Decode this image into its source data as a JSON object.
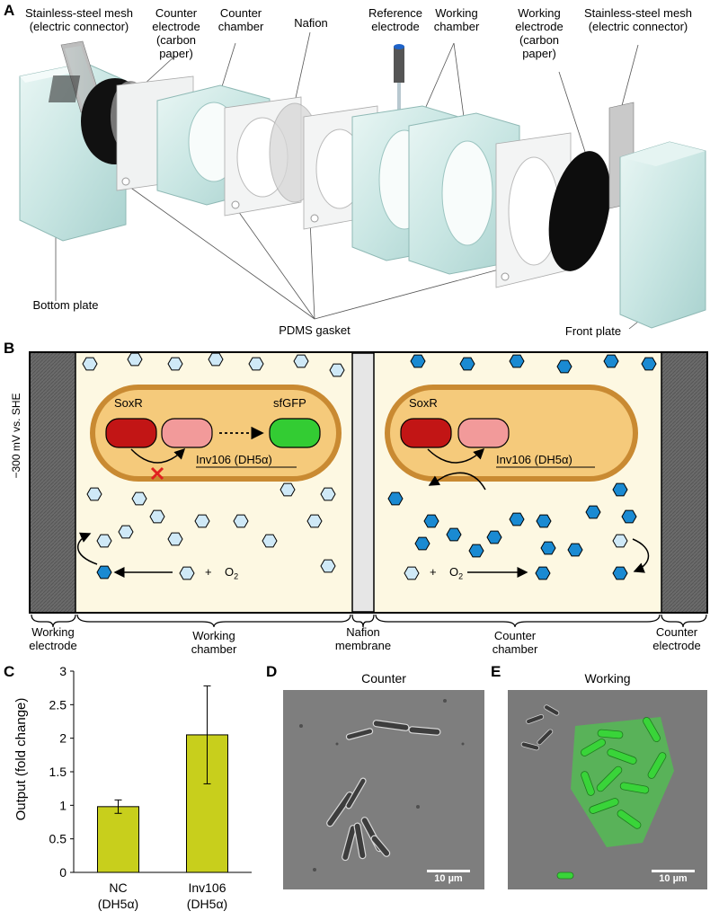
{
  "panel_a": {
    "letter": "A",
    "labels": {
      "mesh_left_1": "Stainless-steel mesh",
      "mesh_left_2": "(electric connector)",
      "counter_electrode_1": "Counter",
      "counter_electrode_2": "electrode",
      "counter_electrode_3": "(carbon",
      "counter_electrode_4": "paper)",
      "counter_chamber_1": "Counter",
      "counter_chamber_2": "chamber",
      "nafion": "Nafion",
      "reference_1": "Reference",
      "reference_2": "electrode",
      "working_chamber_1": "Working",
      "working_chamber_2": "chamber",
      "working_electrode_1": "Working",
      "working_electrode_2": "electrode",
      "working_electrode_3": "(carbon",
      "working_electrode_4": "paper)",
      "mesh_right_1": "Stainless-steel mesh",
      "mesh_right_2": "(electric connector)",
      "bottom_plate": "Bottom plate",
      "pdms_gasket": "PDMS gasket",
      "front_plate": "Front plate"
    }
  },
  "panel_b": {
    "letter": "B",
    "voltage": "−300 mV vs. SHE",
    "left_cell": {
      "soxr": "SoxR",
      "reporter": "sfGFP",
      "strain": "Inv106 (DH5α)"
    },
    "right_cell": {
      "soxr": "SoxR",
      "strain": "Inv106 (DH5α)"
    },
    "reaction": {
      "plus": "+",
      "o2": "O",
      "o2_sub": "2"
    },
    "bottom_labels": {
      "working_electrode_1": "Working",
      "working_electrode_2": "electrode",
      "working_chamber_1": "Working",
      "working_chamber_2": "chamber",
      "nafion_1": "Nafion",
      "nafion_2": "membrane",
      "counter_chamber_1": "Counter",
      "counter_chamber_2": "chamber",
      "counter_electrode_1": "Counter",
      "counter_electrode_2": "electrode"
    }
  },
  "panel_c": {
    "letter": "C",
    "chart_data": {
      "type": "bar",
      "categories": [
        "NC (DH5α)",
        "Inv106 (DH5α)"
      ],
      "category_lines": [
        [
          "NC",
          "(DH5α)"
        ],
        [
          "Inv106",
          "(DH5α)"
        ]
      ],
      "values": [
        0.98,
        2.05
      ],
      "errors": [
        0.1,
        0.73
      ],
      "ylabel": "Output (fold change)",
      "xlabel": "",
      "ylim": [
        0,
        3
      ],
      "yticks": [
        "0",
        "0.5",
        "1",
        "1.5",
        "2",
        "2.5",
        "3"
      ],
      "bar_color": "#c8cf1c",
      "grid": false
    }
  },
  "panel_d": {
    "letter": "D",
    "title": "Counter",
    "scale": "10 µm"
  },
  "panel_e": {
    "letter": "E",
    "title": "Working",
    "scale": "10 µm"
  },
  "colors": {
    "chamber_bg": "#fdf8e2",
    "electrode": "#6a6a6a",
    "cell_fill": "#f4c77a",
    "cell_border": "#b58230",
    "red": "#c21515",
    "pink": "#f29a9a",
    "green": "#33cc33",
    "hex_light": "#cfe9f7",
    "hex_dark": "#1a8ad2"
  }
}
